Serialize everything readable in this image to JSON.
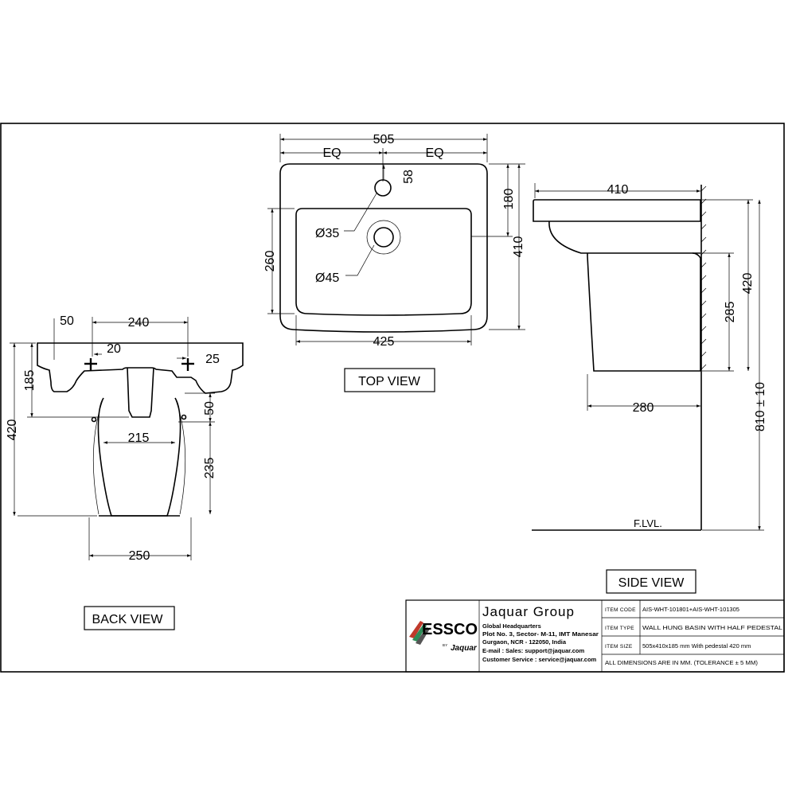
{
  "views": {
    "top": "TOP VIEW",
    "side": "SIDE VIEW",
    "back": "BACK VIEW"
  },
  "top_dims": {
    "width": "505",
    "eq_left": "EQ",
    "eq_right": "EQ",
    "tap_offset": "58",
    "tap_hole": "Ø35",
    "waste_hole": "Ø45",
    "depth_inner": "260",
    "tap_to_bowl": "180",
    "depth_total": "410",
    "inner_width": "425"
  },
  "side_dims": {
    "depth": "410",
    "pedestal_height": "285",
    "basin_height": "420",
    "rim_height": "810 ± 10",
    "wall_offset": "280",
    "floor": "F.LVL."
  },
  "back_dims": {
    "offset_left": "50",
    "fix_centers": "240",
    "fix_a": "20",
    "fix_b": "25",
    "basin_h": "185",
    "total_h": "420",
    "ped_top": "50",
    "ped_width": "215",
    "ped_height": "235",
    "base_width": "250"
  },
  "title_block": {
    "company": "Jaquar Group",
    "logo_text": "ESSCO",
    "logo_sub": "Jaquar",
    "logo_by": "BY",
    "hq_title": "Global Headquarters",
    "address1": "Plot No. 3, Sector- M-11, IMT Manesar",
    "address2": "Gurgaon, NCR - 122050, India",
    "email": "E-mail :  Sales:  support@jaquar.com",
    "service": "Customer Service :  service@jaquar.com",
    "item_code_label": "ITEM CODE",
    "item_code": "AIS-WHT-101801+AIS-WHT-101305",
    "item_type_label": "ITEM TYPE",
    "item_type": "WALL HUNG BASIN WITH HALF PEDESTAL",
    "item_size_label": "ITEM SIZE",
    "item_size": "505x410x185 mm With pedestal 420 mm",
    "tolerance": "ALL DIMENSIONS ARE IN MM. (TOLERANCE ± 5 MM)"
  }
}
